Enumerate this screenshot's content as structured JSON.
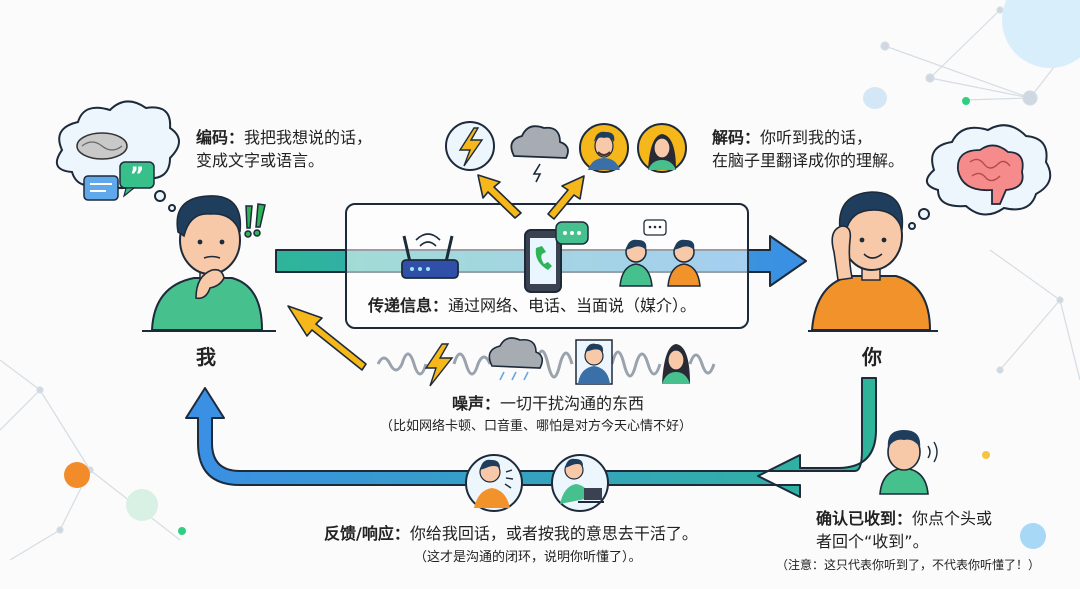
{
  "colors": {
    "arrow_teal": "#2fb59a",
    "arrow_blue": "#3b8fe6",
    "bolt_yellow": "#f6b71b",
    "shirt_green": "#46c08d",
    "shirt_orange": "#f2922b",
    "hair": "#1f3d5c",
    "outline": "#1d2a3a"
  },
  "encode": {
    "title": "编码：",
    "line1": "我把我想说的话，",
    "line2": "变成文字或语言。"
  },
  "decode": {
    "title": "解码：",
    "line1": "你听到我的话，",
    "line2": "在脑子里翻译成你的理解。"
  },
  "me": {
    "label": "我"
  },
  "you": {
    "label": "你"
  },
  "channel": {
    "title": "传递信息：",
    "text": "通过网络、电话、当面说（媒介）。"
  },
  "noise": {
    "title": "噪声：",
    "text": "一切干扰沟通的东西",
    "example": "（比如网络卡顿、口音重、哪怕是对方今天心情不好）"
  },
  "feedback": {
    "title": "反馈/响应：",
    "text": "你给我回话，或者按我的意思去干活了。",
    "note": "（这才是沟通的闭环，说明你听懂了）。"
  },
  "ack": {
    "title": "确认已收到：",
    "line1": "你点个头或",
    "line2": "者回个“收到”。",
    "note": "（注意：这只代表你听到了，不代表你听懂了！）"
  },
  "icons": [
    "brain-thought-icon",
    "chat-bubble-icon",
    "quote-bubble-icon",
    "exclamation-icon",
    "lightning-icon",
    "storm-cloud-icon",
    "man-avatar-icon",
    "woman-avatar-icon",
    "router-icon",
    "phone-icon",
    "talking-people-icon",
    "brain-icon",
    "sound-wave-icon",
    "nodding-person-icon",
    "speaking-person-icon",
    "working-person-icon"
  ]
}
